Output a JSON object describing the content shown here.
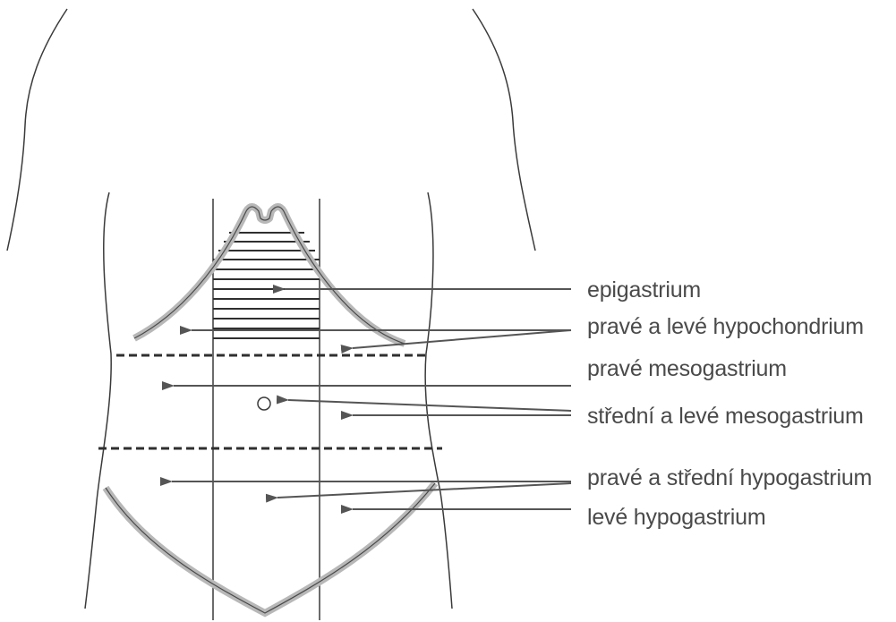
{
  "labels": {
    "epigastrium": "epigastrium",
    "hypochondrium": "pravé a levé hypochondrium",
    "right_mesogastrium": "pravé mesogastrium",
    "mid_left_mesogastrium": "střední a levé mesogastrium",
    "right_mid_hypogastrium": "pravé a střední hypogastrium",
    "left_hypogastrium": "levé hypogastrium"
  },
  "colors": {
    "outline": "#3a3a3a",
    "costal_margin": "#b8b8b8",
    "pointer": "#555555",
    "text": "#4a4a4a"
  }
}
